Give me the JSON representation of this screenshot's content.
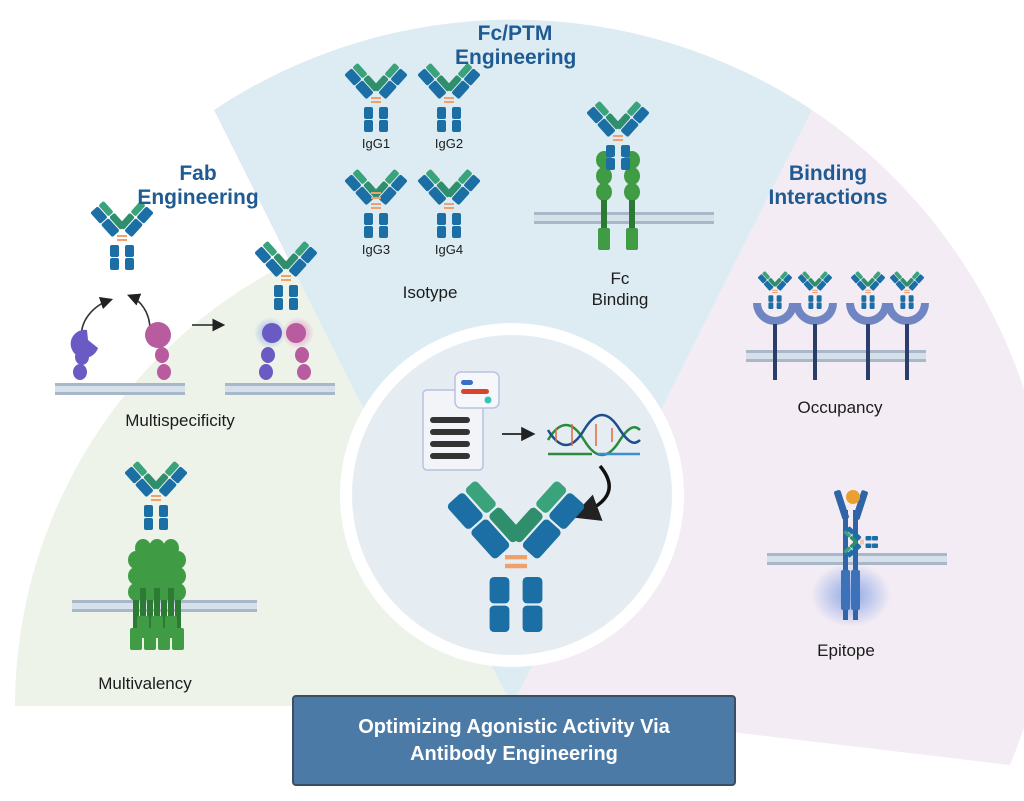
{
  "sections": {
    "fab": {
      "title": [
        "Fab",
        "Engineering"
      ],
      "items": [
        "Multispecificity",
        "Multivalency"
      ]
    },
    "fc": {
      "title": [
        "Fc/PTM",
        "Engineering"
      ],
      "isotypes": [
        "IgG1",
        "IgG2",
        "IgG3",
        "IgG4"
      ],
      "isotype_label": "Isotype",
      "fc_binding": [
        "Fc",
        "Binding"
      ]
    },
    "binding": {
      "title": [
        "Binding",
        "Interactions"
      ],
      "items": [
        "Occupancy",
        "Epitope"
      ]
    }
  },
  "footer": {
    "title_line1": "Optimizing Agonistic Activity Via",
    "title_line2": "Antibody Engineering"
  },
  "colors": {
    "fab_sector": "#eef3ea",
    "fc_sector": "#dcecf2",
    "binding_sector": "#f3ecf4",
    "center_circle": "#e6edf2",
    "heading": "#1f5b93",
    "antibody_blue": "#1b6fa5",
    "antibody_green": "#2f8f6d",
    "receptor_green": "#3f9b44",
    "footer_box": "#4a7aa5"
  }
}
